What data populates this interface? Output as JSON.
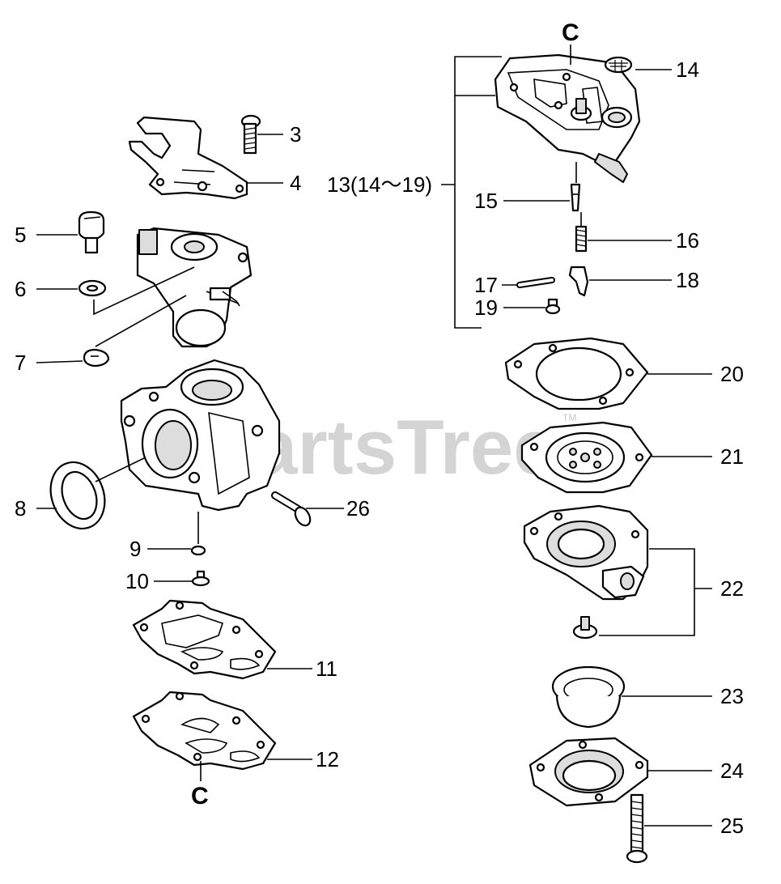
{
  "watermark": {
    "text": "PartsTree",
    "trademark": "TM"
  },
  "labels": {
    "p3": "3",
    "p4": "4",
    "p5": "5",
    "p6": "6",
    "p7": "7",
    "p8": "8",
    "p9": "9",
    "p10": "10",
    "p11": "11",
    "p12": "12",
    "p13": "13(14～19)",
    "p14": "14",
    "p15": "15",
    "p16": "16",
    "p17": "17",
    "p18": "18",
    "p19": "19",
    "p20": "20",
    "p21": "21",
    "p22": "22",
    "p23": "23",
    "p24": "24",
    "p25": "25",
    "p26": "26",
    "c_top": "C",
    "c_bottom": "C"
  }
}
